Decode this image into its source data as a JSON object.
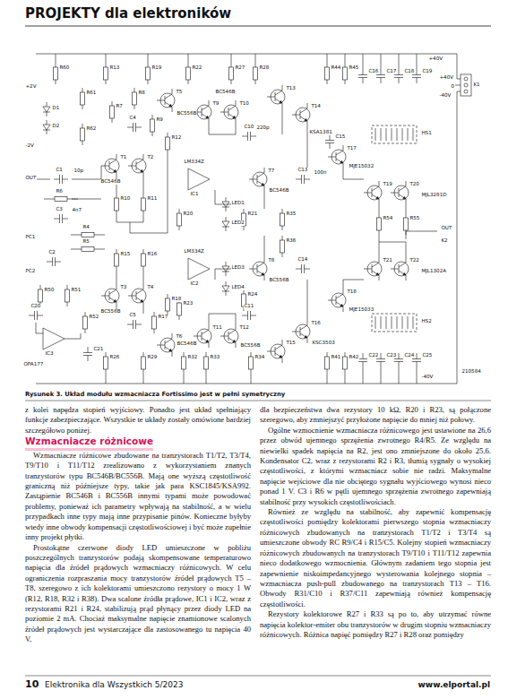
{
  "diagram": {
    "title": "PROJEKTY dla elektroników",
    "caption": "Rysunek 3. Układ modułu wzmacniacza Fortissimo jest w pełni symetryczny",
    "labels": [
      "R60",
      "+2V",
      "D1",
      "D2",
      "-2V",
      "R61",
      "R62",
      "OUT",
      "C1",
      "10p",
      "R6",
      "C3",
      "4n7",
      "R4",
      "R5",
      "PC1",
      "C2",
      "PC2",
      "R50",
      "R51",
      "C20",
      "IC3",
      "OPA177",
      "R52",
      "C21",
      "R7",
      "R8",
      "C4",
      "R9",
      "T1",
      "T2",
      "BC546B",
      "R10",
      "R11",
      "T5",
      "BC556B",
      "R12",
      "T3",
      "T4",
      "BC556B",
      "R15",
      "R16",
      "C5",
      "R17",
      "T6",
      "BC546B",
      "R18",
      "IC1",
      "LM334Z",
      "LED1",
      "LED2",
      "IC2",
      "LM334Z",
      "LED3",
      "LED4",
      "R20",
      "R23",
      "R21",
      "R24",
      "T9",
      "T10",
      "BC546B",
      "T11",
      "T12",
      "BC556B",
      "C10",
      "220p",
      "C11",
      "T7",
      "BC546B",
      "T8",
      "BC556B",
      "T13",
      "T14",
      "KSA1381",
      "T15",
      "T16",
      "KSC3503",
      "C13",
      "100n",
      "C14",
      "R35",
      "R36",
      "T17",
      "MJE15032",
      "T18",
      "MJE15033",
      "T19",
      "T20",
      "MJL3281D",
      "T21",
      "T22",
      "MJL1302A",
      "R54",
      "R55",
      "OUT",
      "K2",
      "HS1",
      "HS2",
      "C15",
      "R13",
      "R19",
      "R22",
      "R27",
      "R28",
      "R44",
      "R45",
      "C16",
      "C17",
      "C18",
      "C19",
      "R26",
      "R29",
      "R32",
      "R33",
      "R34",
      "R41",
      "R42",
      "C22",
      "C23",
      "C24",
      "C25",
      "K1",
      "+40V",
      "0",
      "-40V",
      "+40V",
      "-40V",
      "210584",
      "z kolei napędza stopień wyjściowy. Ponadto jest układ spełniający funkcje zabezpieczające. Wszystkie te układy zostały omówione bardziej szczegółowo poniżej.",
      "Wzmacniacze różnicowe",
      "Wzmacniacze różnicowe zbudowane na tranzystorach T1/T2, T3/T4, T9/T10 i T11/T12 zrealizowano z wykorzystaniem znanych tranzystorów typu BC546B/BC556B. Mają one wyższą częstotliwość graniczną niż późniejsze typy, takie jak para KSC1845/KSA992. Zastąpienie BC546B i BC556B innymi typami może powodować problemy, ponieważ ich parametry wpływają na stabilność, a w wielu przypadkach inne typy mają inne przypisanie pinów. Konieczne byłyby wtedy inne obwody kompensacji częstotliwościowej i być może zupełnie inny projekt płytki.",
      "Prostokątne czerwone diody LED umieszczone w pobliżu poszczególnych tranzystorów podają skompensowane temperaturowo napięcia dla źródeł prądowych wzmacniaczy różnicowych. W celu ograniczenia rozpraszania mocy tranzystorów źródeł prądowych T5 – T8, szeregowo z ich kolektorami umieszczono rezystory o mocy 1 W (R12, R18, R32 i R38). Dwa scalone źródła prądowe, IC1 i IC2, wraz z rezystorami R21 i R24, stabilizują prąd płynący przez diody LED na poziomie 2 mA. Chociaż maksymalne napięcie znamionowe scalonych źródeł prądowych jest wystarczające dla zastosowanego tu napięcia 40 V,",
      "dla bezpieczeństwa dwa rezystory 10 kΩ, R20 i R23, są połączone szeregowo, aby zmniejszyć przyłożone napięcie do mniej niż połowy.",
      "Ogólne wzmocnienie wzmacniacza różnicowego jest ustawione na 26,6 przez obwód ujemnego sprzężenia zwrotnego R4/R5. Ze względu na niewielki spadek napięcia na R2, jest ono zmniejszone do około 25,6. Kondensator C2, wraz z rezystorami R2 i R3, tłumią sygnały o wysokiej częstotliwości, z którymi wzmacniacz sobie nie radzi. Maksymalne napięcie wejściowe dla nie obciętego sygnału wyjściowego wynosi nieco ponad 1 V. C3 i R6 w pętli ujemnego sprzężenia zwrotnego zapewniają stabilność przy wysokich częstotliwościach.",
      "Również ze względu na stabilność, aby zapewnić kompensację częstotliwości pomiędzy kolektorami pierwszego stopnia wzmacniaczy różnicowych zbudowanych na tranzystorach T1/T2 i T3/T4 są umieszczone obwody RC R9/C4 i R15/C5. Kolejny stopień wzmacniaczy różnicowych zbudowanych na tranzystorach T9/T10 i T11/T12 zapewnia nieco dodatkowego wzmocnienia. Głównym zadaniem tego stopnia jest zapewnienie niskoimpedancyjnego wysterowania kolejnego stopnia – wzmacniacza push-pull zbudowanego na tranzystorach T13 – T16. Obwody R31/C10 i R37/C11 zapewniają również kompensację częstotliwości.",
      "Rezystory kolektorowe R27 i R33 są po to, aby utrzymać równe napięcia kolektor-emiter obu tranzystorów w drugim stopniu wzmacniaczy różnicowych. Różnica napięć pomiędzy R27 i R28 oraz pomiędzy",
      "10",
      "Elektronika dla Wszystkich 5/2023",
      "www.elportal.pl"
    ]
  }
}
